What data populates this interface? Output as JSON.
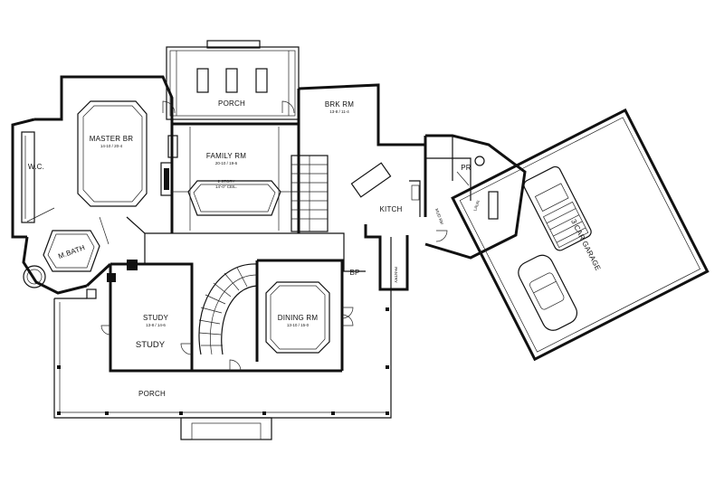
{
  "rooms": {
    "master_br": {
      "label": "MASTER BR",
      "dim": "14-10 / 20-4"
    },
    "family_rm": {
      "label": "FAMILY RM",
      "dim": "20-10 / 19-6"
    },
    "story": {
      "label": "2 STORY",
      "dim": "14'-0\" CEIL."
    },
    "brk_rm": {
      "label": "BRK RM",
      "dim": "13-8 / 11-4"
    },
    "kitch": {
      "label": "KITCH"
    },
    "porch_rear": {
      "label": "PORCH"
    },
    "porch_front": {
      "label": "PORCH"
    },
    "wic": {
      "label": "W.C."
    },
    "m_bath": {
      "label": "M.BATH"
    },
    "study": {
      "label": "STUDY",
      "dim": "13-8 / 14-6",
      "label2": "STUDY"
    },
    "dining_rm": {
      "label": "DINING RM",
      "dim": "13-10 / 15-0"
    },
    "bp": {
      "label": "BP"
    },
    "pantry": {
      "label": "PANTRY"
    },
    "mud_rm": {
      "label": "MUD RM"
    },
    "laun": {
      "label": "LAUN"
    },
    "pr": {
      "label": "PR"
    },
    "garage": {
      "label": "3 CAR GARAGE"
    }
  }
}
